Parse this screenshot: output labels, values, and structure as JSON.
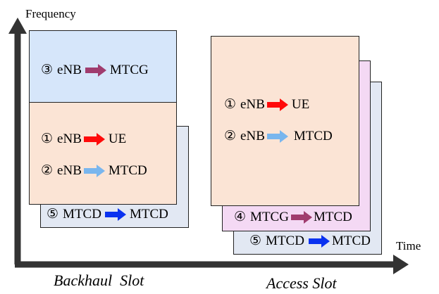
{
  "axis": {
    "y_label": "Frequency",
    "x_label": "Time"
  },
  "slots": [
    {
      "label": "Backhaul  Slot"
    },
    {
      "label": "Access Slot"
    }
  ],
  "colors": {
    "backhaul_top": "#d6e6fa",
    "backhaul_bottom": "#fbe4d5",
    "backhaul_back": "#e2e8f3",
    "access_front": "#fbe4d5",
    "access_mid": "#f4d9f4",
    "access_back": "#e2e8f3",
    "arrow_red": "#ff0a0a",
    "arrow_lightblue": "#79b6ee",
    "arrow_purple": "#a03c6e",
    "arrow_blue": "#0a32f0",
    "axis": "#333333"
  },
  "backhaul": {
    "top_row": {
      "num": "③",
      "src": "eNB",
      "dst": "MTCG"
    },
    "row1": {
      "num": "①",
      "src": "eNB",
      "dst": "UE"
    },
    "row2": {
      "num": "②",
      "src": "eNB",
      "dst": "MTCD"
    },
    "back_row": {
      "num": "⑤",
      "src": "MTCD",
      "dst": "MTCD"
    }
  },
  "access": {
    "row1": {
      "num": "①",
      "src": "eNB",
      "dst": "UE"
    },
    "row2": {
      "num": "②",
      "src": "eNB",
      "dst": "MTCD"
    },
    "mid_row": {
      "num": "④",
      "src": "MTCG",
      "dst": "MTCD"
    },
    "back_row": {
      "num": "⑤",
      "src": "MTCD",
      "dst": "MTCD"
    }
  }
}
